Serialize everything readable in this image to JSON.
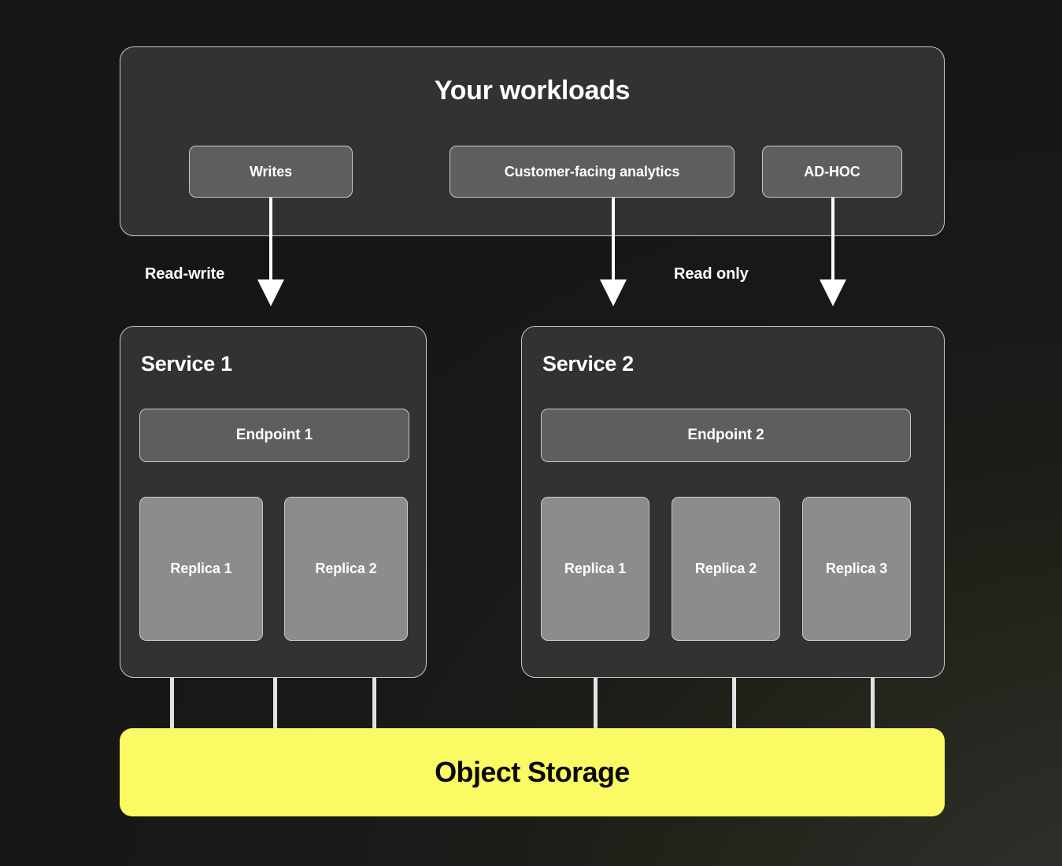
{
  "diagram": {
    "title": "Your workloads",
    "workloads": {
      "title": "Your workloads",
      "chips": [
        {
          "label": "Writes"
        },
        {
          "label": "Customer-facing analytics"
        },
        {
          "label": "AD-HOC"
        }
      ]
    },
    "edge_labels": {
      "read_write": "Read-write",
      "read_only": "Read only"
    },
    "services": [
      {
        "title": "Service 1",
        "endpoint": "Endpoint 1",
        "replicas": [
          {
            "label": "Replica 1"
          },
          {
            "label": "Replica 2"
          }
        ]
      },
      {
        "title": "Service 2",
        "endpoint": "Endpoint 2",
        "replicas": [
          {
            "label": "Replica 1"
          },
          {
            "label": "Replica 2"
          },
          {
            "label": "Replica 3"
          }
        ]
      }
    ],
    "storage": {
      "label": "Object Storage"
    },
    "colors": {
      "background": "#1b1b1b",
      "panel_fill": "#323232",
      "panel_border": "#c9c9c9",
      "chip_fill": "#5e5e5e",
      "replica_fill": "#8c8c8c",
      "storage_fill": "#fafa64",
      "storage_text": "#0a0a0a",
      "text": "#ffffff",
      "arrow": "#ffffff"
    }
  }
}
